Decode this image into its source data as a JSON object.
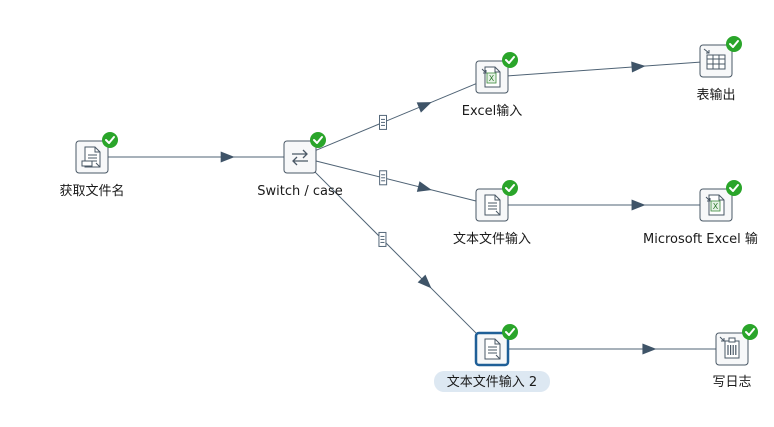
{
  "diagram": {
    "colors": {
      "hop_line": "#4f6375",
      "arrow": "#3f5468",
      "node_border": "#4a5866",
      "selected_border": "#1f5f97",
      "check_badge": "#2aa52a",
      "selected_label_bg": "#dde8f2"
    },
    "nodes": [
      {
        "id": "get-filenames",
        "label": "获取文件名",
        "icon": "file-list-icon",
        "status": "ok-check-icon",
        "selected": false
      },
      {
        "id": "switch-case",
        "label": "Switch / case",
        "icon": "switch-arrows-icon",
        "status": "ok-check-icon",
        "selected": false
      },
      {
        "id": "excel-input",
        "label": "Excel输入",
        "icon": "excel-file-icon",
        "status": "ok-check-icon",
        "selected": false
      },
      {
        "id": "table-output",
        "label": "表输出",
        "icon": "table-grid-icon",
        "status": "ok-check-icon",
        "selected": false
      },
      {
        "id": "text-file-input",
        "label": "文本文件输入",
        "icon": "text-file-icon",
        "status": "ok-check-icon",
        "selected": false
      },
      {
        "id": "ms-excel-output",
        "label": "Microsoft Excel 输",
        "icon": "excel-file-icon",
        "status": "ok-check-icon",
        "selected": false
      },
      {
        "id": "text-file-input-2",
        "label": "文本文件输入 2",
        "icon": "text-file-icon",
        "status": "ok-check-icon",
        "selected": true
      },
      {
        "id": "write-log",
        "label": "写日志",
        "icon": "log-icon",
        "status": "ok-check-icon",
        "selected": false
      }
    ],
    "hops": [
      {
        "from": "get-filenames",
        "to": "switch-case",
        "type": "normal"
      },
      {
        "from": "switch-case",
        "to": "excel-input",
        "type": "case",
        "icon": "case-hop-icon"
      },
      {
        "from": "switch-case",
        "to": "text-file-input",
        "type": "case",
        "icon": "case-hop-icon"
      },
      {
        "from": "switch-case",
        "to": "text-file-input-2",
        "type": "case",
        "icon": "case-hop-icon"
      },
      {
        "from": "excel-input",
        "to": "table-output",
        "type": "normal"
      },
      {
        "from": "text-file-input",
        "to": "ms-excel-output",
        "type": "normal"
      },
      {
        "from": "text-file-input-2",
        "to": "write-log",
        "type": "normal"
      }
    ]
  }
}
